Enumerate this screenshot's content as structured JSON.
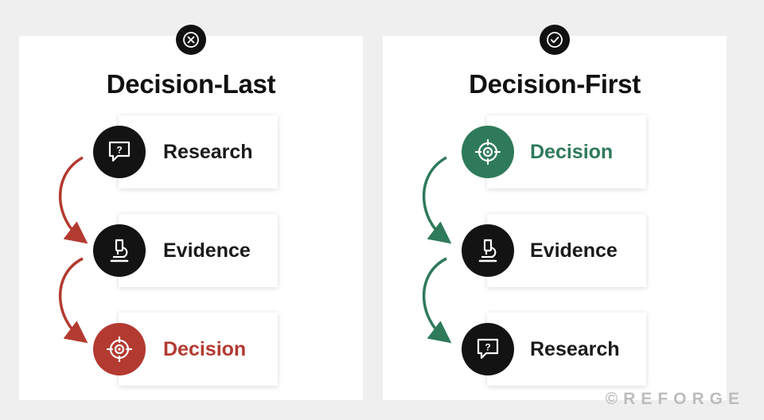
{
  "panels": [
    {
      "title": "Decision-Last",
      "badge_icon": "x-circle-icon",
      "accent": "#b33a30",
      "steps": [
        {
          "label": "Research",
          "icon": "chat-question-icon",
          "highlight": false
        },
        {
          "label": "Evidence",
          "icon": "microscope-icon",
          "highlight": false
        },
        {
          "label": "Decision",
          "icon": "target-icon",
          "highlight": true
        }
      ]
    },
    {
      "title": "Decision-First",
      "badge_icon": "check-circle-icon",
      "accent": "#2e7a5a",
      "steps": [
        {
          "label": "Decision",
          "icon": "target-icon",
          "highlight": true
        },
        {
          "label": "Evidence",
          "icon": "microscope-icon",
          "highlight": false
        },
        {
          "label": "Research",
          "icon": "chat-question-icon",
          "highlight": false
        }
      ]
    }
  ],
  "colors": {
    "dark": "#131313",
    "red": "#b33a30",
    "green": "#2e7a5a"
  },
  "watermark": "©REFORGE"
}
